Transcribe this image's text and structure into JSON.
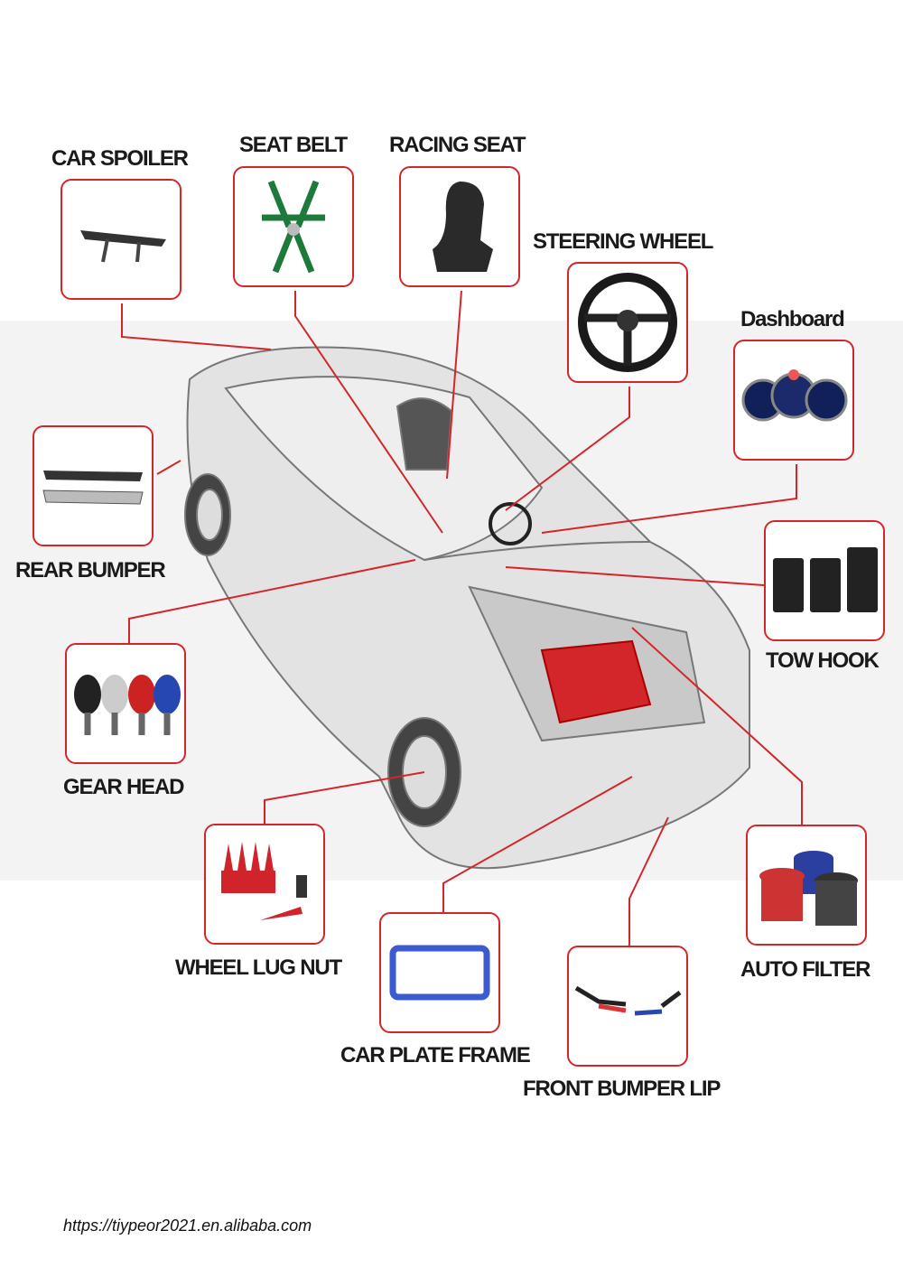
{
  "parts": {
    "car_spoiler": "CAR SPOILER",
    "seat_belt": "SEAT BELT",
    "racing_seat": "RACING SEAT",
    "steering_wheel": "STEERING WHEEL",
    "dashboard": "Dashboard",
    "rear_bumper": "REAR BUMPER",
    "tow_hook": "TOW HOOK",
    "gear_head": "GEAR HEAD",
    "wheel_lug_nut": "WHEEL LUG NUT",
    "auto_filter": "AUTO FILTER",
    "car_plate_frame": "CAR PLATE FRAME",
    "front_bumper_lip": "FRONT BUMPER LIP"
  },
  "footer_url": "https://tiypeor2021.en.alibaba.com",
  "colors": {
    "accent": "#d3262b"
  }
}
